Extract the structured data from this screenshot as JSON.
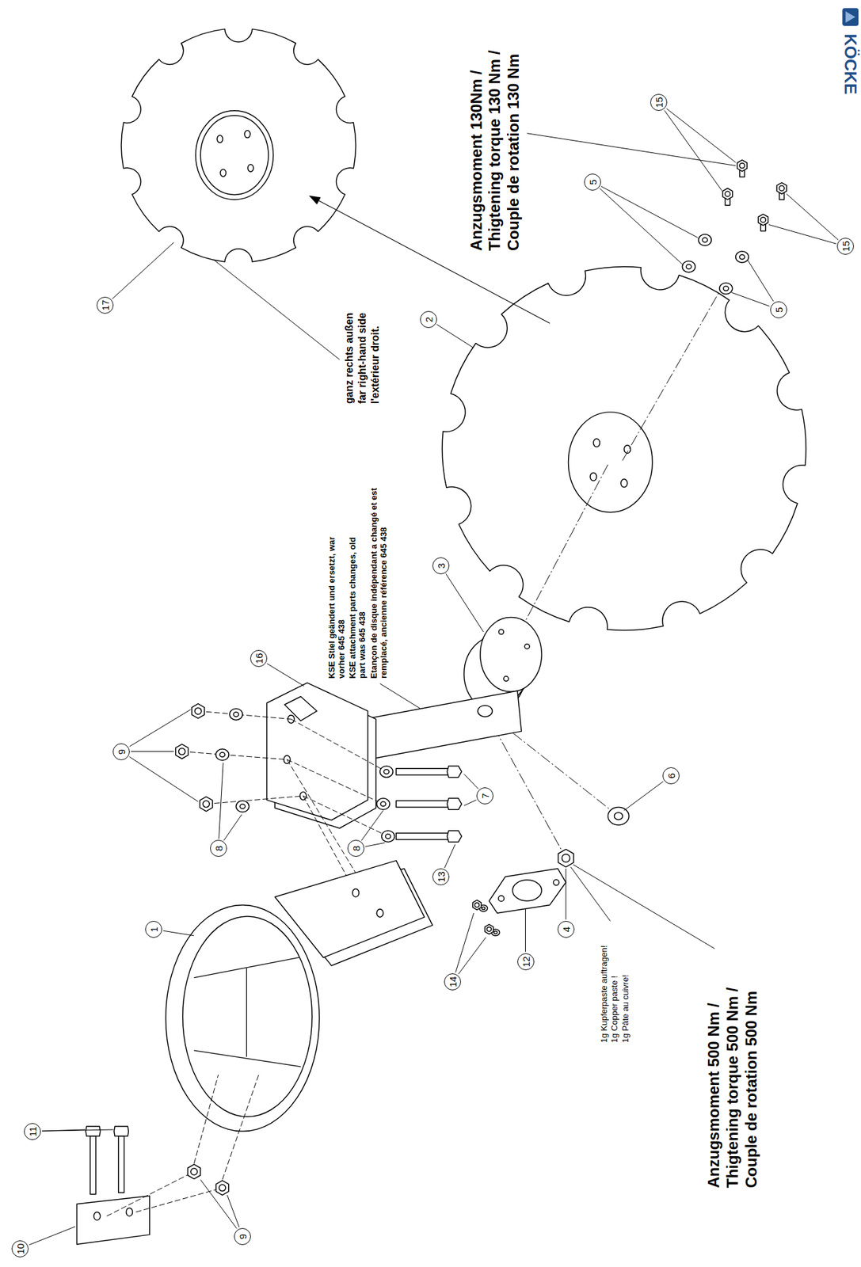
{
  "diagram": {
    "labels": [
      "KÖCKE",
      "Anzugsmoment 130Nm /",
      "Thigtening torque 130 Nm /",
      "Couple de rotation 130 Nm",
      "15",
      "5",
      "17",
      "ganz rechts außen",
      "far right-hand side",
      "l'extérieur droit.",
      "2",
      "15",
      "5",
      "KSE Stiel geändert und ersetzt, war vorher 645 438",
      "KSE attachment parts changes, old part was 645 438",
      "Etançon de disque indépendant a changé et est remplacé, ancienne référence 645 438",
      "3",
      "16",
      "9",
      "8",
      "6",
      "7",
      "8",
      "13",
      "1g Kupferpaste auftragen!",
      "1g Copper paste !",
      "1g Pâte au cuivre!",
      "4",
      "12",
      "14",
      "1",
      "Anzugsmoment 500 Nm /",
      "Thigtening torque 500 Nm /",
      "Couple de rotation 500 Nm",
      "11",
      "9",
      "10"
    ]
  }
}
